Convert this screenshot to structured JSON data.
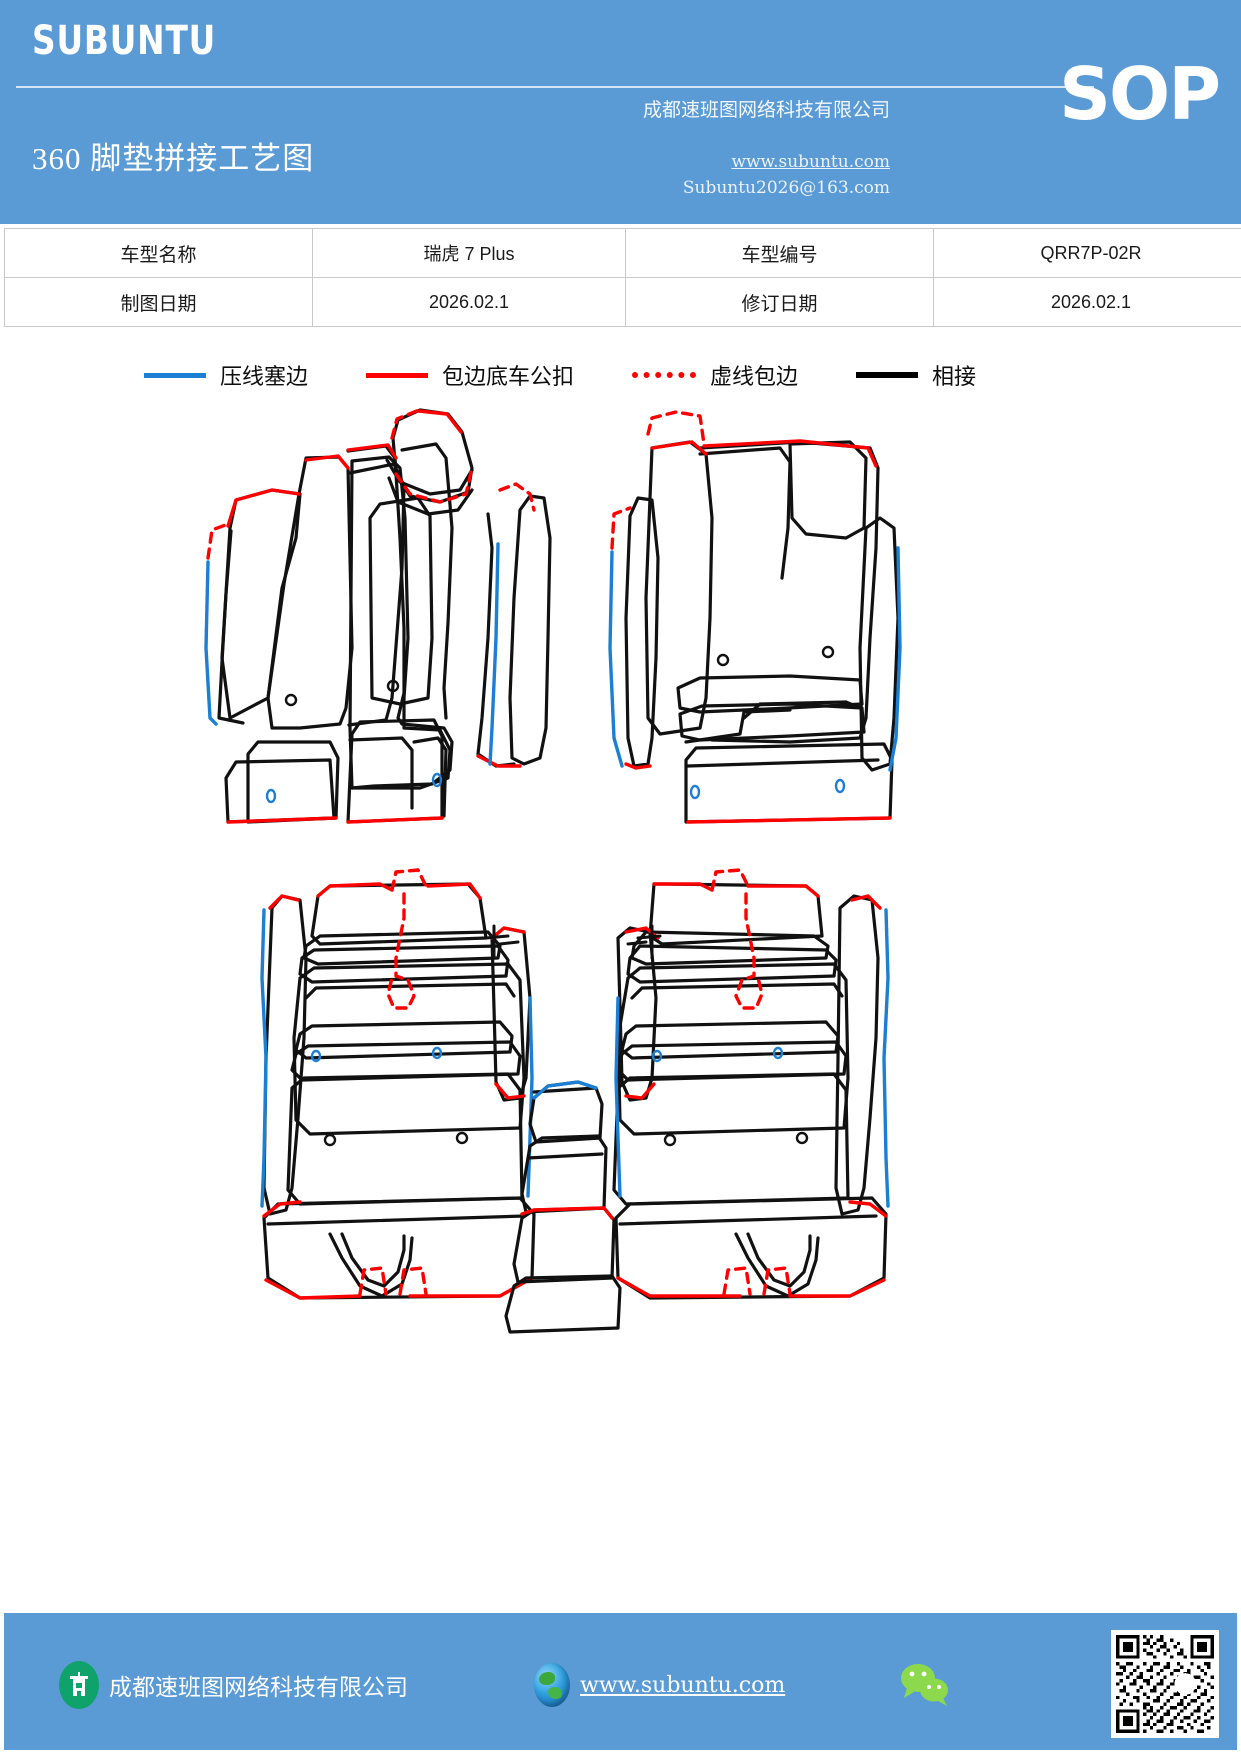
{
  "header": {
    "brand": "SUBUNTU",
    "doc_title": "360 脚垫拼接工艺图",
    "company": "成都速班图网络科技有限公司",
    "website": "www.subuntu.com",
    "email": "Subuntu2026@163.com",
    "doc_type": "SOP",
    "accent_color": "#5B9BD5"
  },
  "info_table": {
    "rows": [
      {
        "label1": "车型名称",
        "value1": "瑞虎 7 Plus",
        "label2": "车型编号",
        "value2": "QRR7P-02R"
      },
      {
        "label1": "制图日期",
        "value1": "2026.02.1",
        "label2": "修订日期",
        "value2": "2026.02.1"
      }
    ]
  },
  "legend": {
    "items": [
      {
        "label": "压线塞边",
        "style": "solid",
        "color": "#1B7FD4"
      },
      {
        "label": "包边底车公扣",
        "style": "solid",
        "color": "#FF0000"
      },
      {
        "label": "虚线包边",
        "style": "dotted",
        "color": "#FF0000"
      },
      {
        "label": "相接",
        "style": "solid",
        "color": "#000000"
      }
    ]
  },
  "drawing": {
    "description": "360 floor mat splicing technical diagram",
    "line_colors": {
      "outline": "#111111",
      "press_edge": "#1B7FD4",
      "binding": "#FF0000",
      "dashed_binding": "#FF0000"
    }
  },
  "footer": {
    "company": "成都速班图网络科技有限公司",
    "website": "www.subuntu.com"
  }
}
